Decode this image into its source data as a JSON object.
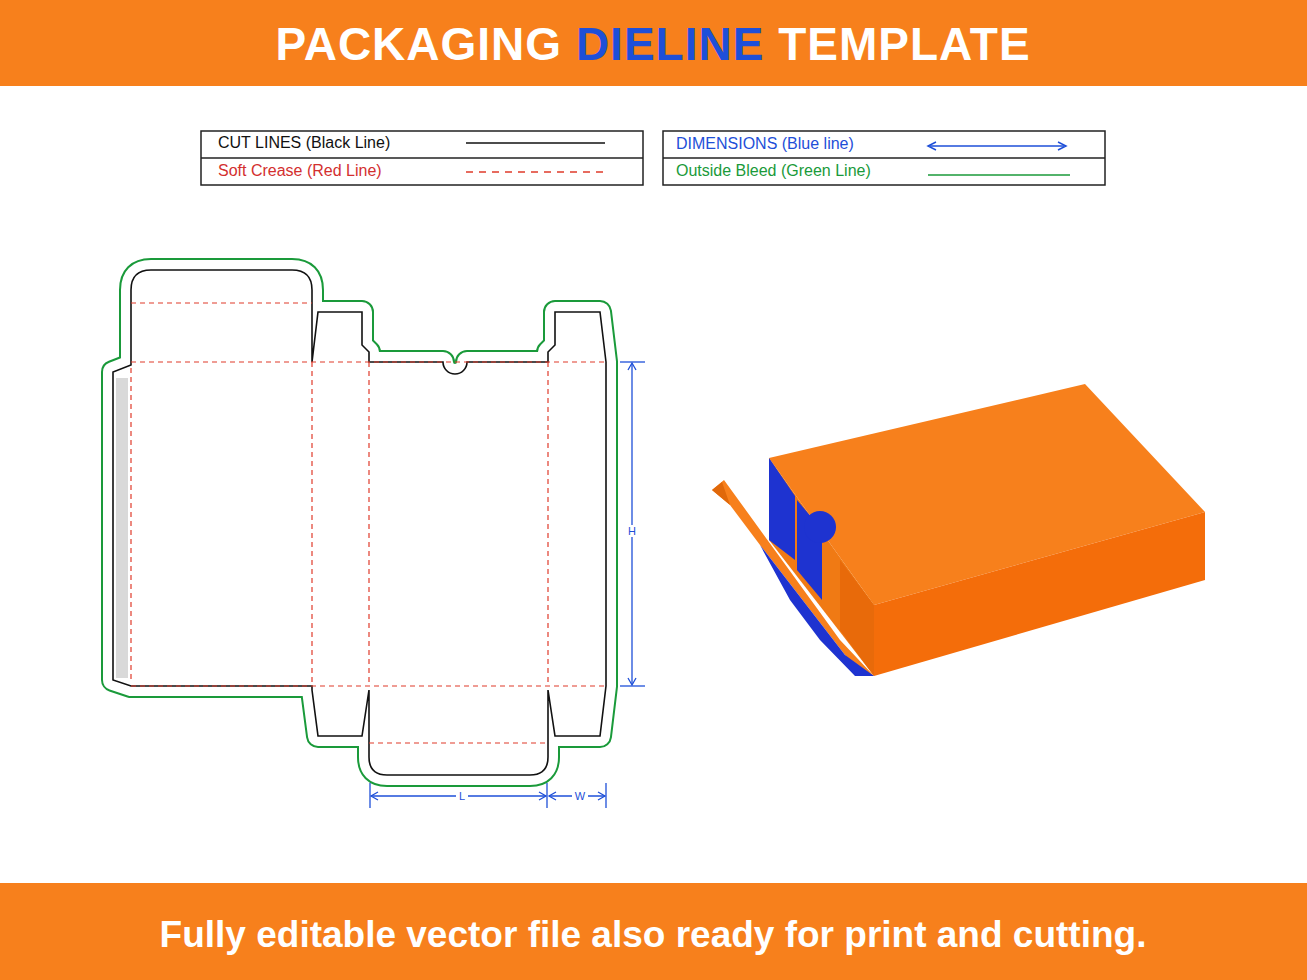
{
  "diagram": {
    "title": "PACKAGING DIELINE TEMPLATE",
    "caption": "Fully editable vector file also ready for print and cutting.",
    "labels": [
      "H",
      "L",
      "W"
    ],
    "legend": [
      {
        "text": "CUT LINES (Black Line)"
      },
      {
        "text": "Soft Crease (Red Line)"
      },
      {
        "text": "DIMENSIONS (Blue line)"
      },
      {
        "text": "Outside Bleed (Green Line)"
      }
    ]
  }
}
